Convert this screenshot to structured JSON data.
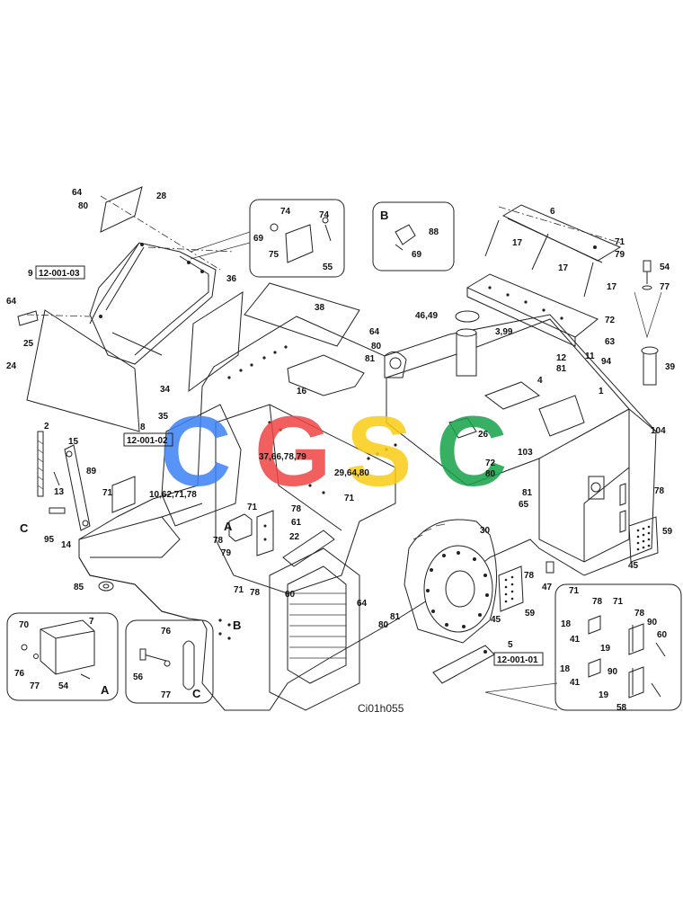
{
  "drawing_code": "Ci01h055",
  "watermark": {
    "letters": [
      "C",
      "G",
      "S",
      "C"
    ],
    "colors": [
      "#3b82f6",
      "#ef4444",
      "#facc15",
      "#16a34a"
    ]
  },
  "references": [
    "12-001-03",
    "12-001-02",
    "12-001-01"
  ],
  "view_labels": {
    "a": "A",
    "b": "B",
    "c": "C"
  },
  "callouts": {
    "c64a": "64",
    "c80a": "80",
    "c28": "28",
    "c9": "9",
    "c64b": "64",
    "c25": "25",
    "c24": "24",
    "c34": "34",
    "c36": "36",
    "c38": "38",
    "c69a": "69",
    "c74a": "74",
    "c74b": "74",
    "c75": "75",
    "c55": "55",
    "c88": "88",
    "c69b": "69",
    "c6": "6",
    "c17a": "17",
    "c17b": "17",
    "c17c": "17",
    "c71a": "71",
    "c79a": "79",
    "c72a": "72",
    "c63": "63",
    "c3_99": "3,99",
    "c54a": "54",
    "c77a": "77",
    "c39": "39",
    "c46_49": "46,49",
    "c64c": "64",
    "c80b": "80",
    "c81a": "81",
    "c16": "16",
    "c12": "12",
    "c81b": "81",
    "c11": "11",
    "c94": "94",
    "c4": "4",
    "c1": "1",
    "c8": "8",
    "c35": "35",
    "c2": "2",
    "c15": "15",
    "c13": "13",
    "c89": "89",
    "c71b": "71",
    "c10_62": "10,62,71,78",
    "c95": "95",
    "c14": "14",
    "c37_66": "37,66,78,79",
    "c29_64": "29,64,80",
    "c71c": "71",
    "c26": "26",
    "c103": "103",
    "c72b": "72",
    "c80c": "80",
    "c81c": "81",
    "c65": "65",
    "c104": "104",
    "c78a": "78",
    "c59a": "59",
    "c45a": "45",
    "c71d": "71",
    "c78b": "78",
    "c61": "61",
    "c22": "22",
    "c78c": "78",
    "c79b": "79",
    "c30": "30",
    "c85": "85",
    "c71e": "71",
    "c78d": "78",
    "c60a": "60",
    "c64d": "64",
    "c80d": "80",
    "c81d": "81",
    "c45b": "45",
    "c78e": "78",
    "c59b": "59",
    "c47": "47",
    "c5": "5",
    "c70": "70",
    "c7": "7",
    "c76a": "76",
    "c77b": "77",
    "c54b": "54",
    "c76b": "76",
    "c56": "56",
    "c77c": "77",
    "c71f": "71",
    "c78f": "78",
    "c18a": "18",
    "c41a": "41",
    "c71g": "71",
    "c78g": "78",
    "c90a": "90",
    "c60b": "60",
    "c19a": "19",
    "c18b": "18",
    "c90b": "90",
    "c41b": "41",
    "c19b": "19",
    "c58": "58"
  }
}
